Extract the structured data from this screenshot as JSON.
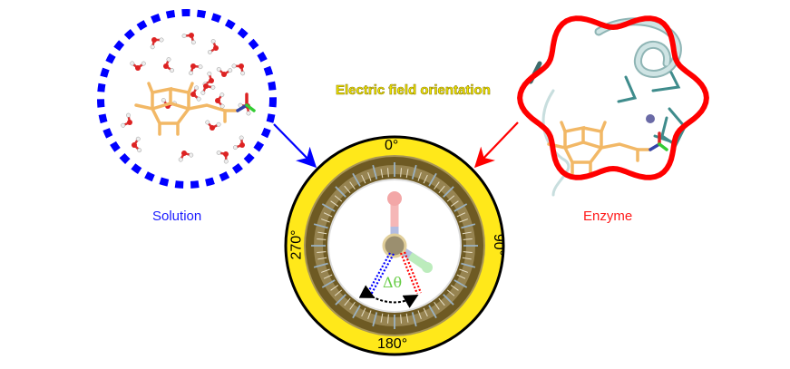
{
  "title": "Electric field orientation",
  "panels": {
    "solution": {
      "label": "Solution",
      "color": "#0000ff",
      "border": "dashed-circle"
    },
    "enzyme": {
      "label": "Enzyme",
      "color": "#ff0000",
      "border": "wavy-outline"
    }
  },
  "dial": {
    "labels": {
      "top": "0°",
      "right": "90°",
      "bottom": "180°",
      "left": "270°"
    },
    "delta_label": "Δθ",
    "colors": {
      "outer_ring": "#ffe81a",
      "inner_ring": "#6e5a23",
      "delta": "#66cc44",
      "solution_line": "#0000ff",
      "enzyme_line": "#ff0000"
    }
  }
}
